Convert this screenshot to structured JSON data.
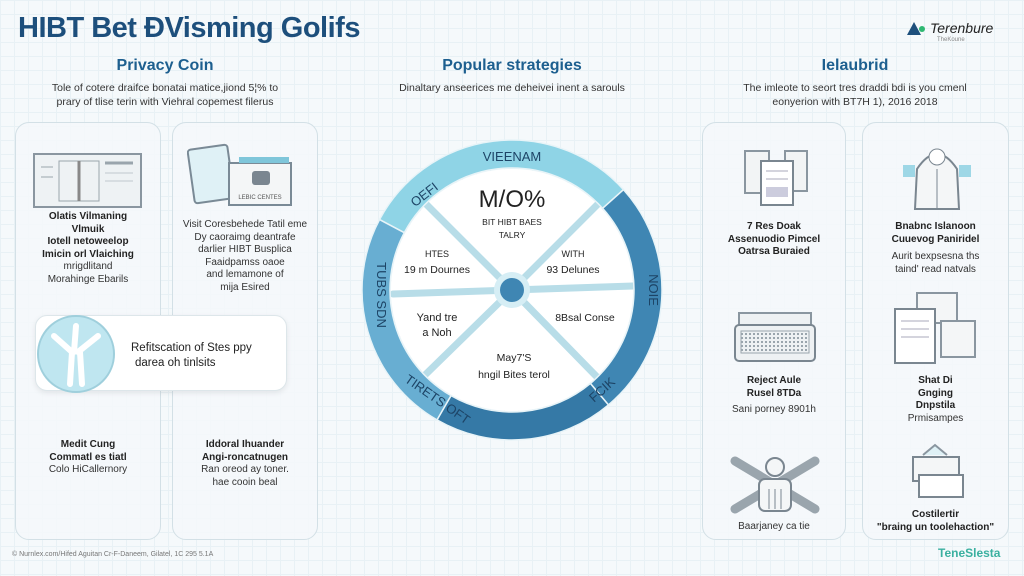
{
  "header": {
    "title": "HIBT Bet ƉVisming Golifs",
    "logo_name": "Terenbure",
    "logo_tagline": "TheKoune"
  },
  "sections": [
    {
      "title": "Privacy Coin",
      "desc": [
        "Tole of cotere draifce bonatai matice,jiond 5¦% to",
        "prary of tlise terin with Viehral copemest filerus"
      ]
    },
    {
      "title": "Popular strategies",
      "desc": [
        "Dinaltary anseerices me deheivei inent a sarouls"
      ]
    },
    {
      "title": "Ielaubrid",
      "desc": [
        "The imleote to seort tres draddi bdi is you cmenl",
        "eonyerion with BT7H 1), 2016 2018"
      ]
    }
  ],
  "left_cards": [
    {
      "title": [
        "Olatis Vilmaning",
        "Vlmuik",
        "Iotell netoweelop",
        "Imicin orl Vlaiching"
      ],
      "text": [
        "mrigdlitand",
        "Morahinge Ebarils"
      ]
    },
    {
      "title": [],
      "text": [
        "Visit Coresbehede Tatil eme",
        "Dy caoraimg deantrafe",
        "darlier HIBT Busplica",
        "Faaidpamss oaoe",
        "and lemamone of",
        "mija Esired"
      ],
      "icon_label": "LEBIC CENTES"
    },
    {
      "title": [
        "Medit Cung",
        "Commatl es tiatl"
      ],
      "text": [
        "Colo HiCallernory"
      ]
    },
    {
      "title": [
        "Iddoral Ihuander",
        "Angi-roncatnugen"
      ],
      "text": [
        "Ran oreod ay toner.",
        "hae cooin beal"
      ]
    }
  ],
  "overlay": {
    "text": [
      "Refitscation of Stes ppy",
      "darea oh tinlsits"
    ]
  },
  "wheel": {
    "center_big": "M/O%",
    "center_sub": [
      "BIT HIBT BAES",
      "TALRY"
    ],
    "ring_labels": [
      "VIEENAM",
      "OEFI",
      "TUBS SDN",
      "NOIE",
      "TIRETS OFT",
      "FCIK"
    ],
    "segments": [
      {
        "label": "HTES",
        "sub": "19 m Dournes"
      },
      {
        "label": "WITH",
        "sub": "93 Delunes"
      },
      {
        "label": "Yand tre",
        "sub": "a Noh"
      },
      {
        "label": "8Bsal Conse",
        "sub": ""
      },
      {
        "label": "May7'S",
        "sub": "hngil Bites terol"
      }
    ],
    "colors": {
      "light": "#8fd4e6",
      "medium": "#68aed2",
      "dark": "#3f86b3",
      "darker": "#3579a6"
    }
  },
  "right_cards": [
    {
      "title": [
        "7 Res Doak",
        "Assenuodio Pimcel",
        "Oatrsa Buraied"
      ],
      "text": []
    },
    {
      "title": [
        "Reject Aule",
        "Rusel 8TDa"
      ],
      "text": [
        "Sani porney 8901h"
      ]
    },
    {
      "title": [],
      "text": [
        "Baarjaney ca tie"
      ]
    },
    {
      "title": [
        "Bnabnc Islanoon",
        "Cuuevog Paniridel"
      ],
      "text": [
        "Aurit bexpsesna ths",
        "taind' read natvals"
      ]
    },
    {
      "title": [
        "Shat Di",
        "Gnging",
        "Dnpstila"
      ],
      "text": [
        "Prmisampes"
      ]
    },
    {
      "title": [
        "Costilertir",
        "\"braing un toolehaction\""
      ],
      "text": []
    }
  ],
  "footer": {
    "text": "© Nurnlex.com/Hifed Aguitan Cr-F-Daneem, Gilatel, 1C 295 5.1A",
    "logo": "TeneSlesta"
  }
}
